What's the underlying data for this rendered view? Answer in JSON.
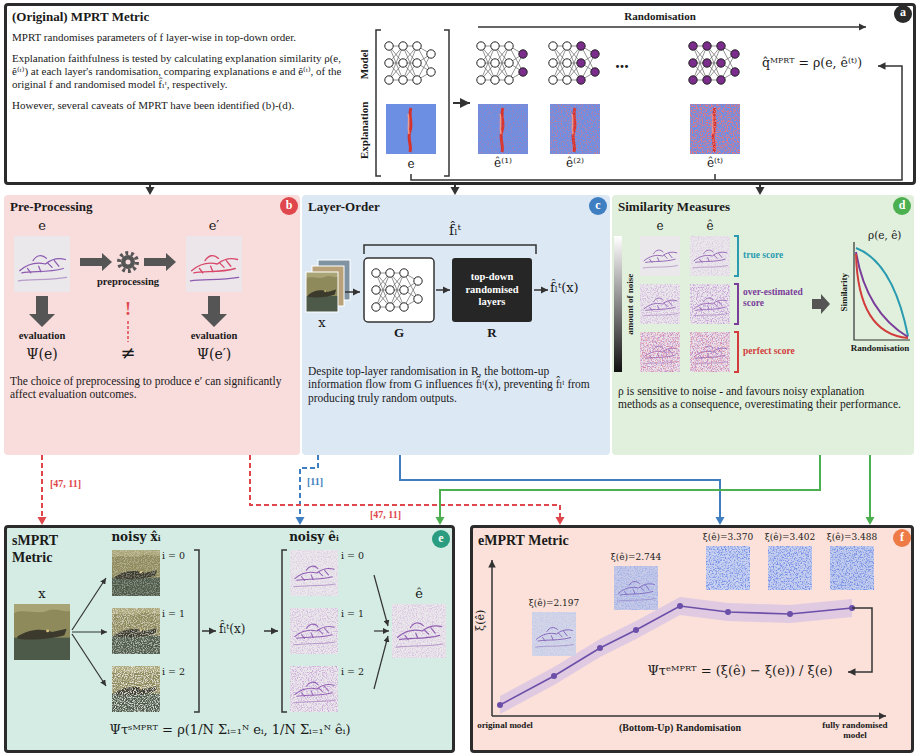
{
  "diagram": {
    "nodes": [
      {
        "text": [
          "(Original) MPRT Metric",
          "MPRT randomises parameters of f layer-wise in top-down order.",
          "Explanation faithfulness is tested by calculating explanation similarity ρ(e, ê⁽ᵗ⁾) at each layer's randomisation, comparing explanations e and ê⁽ᵗ⁾, of the original f and randomised model f̂ₗᵗ, respectively.",
          "However, several caveats of MPRT have been identified (b)-(d)."
        ]
      },
      {
        "text": [
          "Pre-Processing",
          "The choice of preprocessing to produce e′ can significantly affect evaluation outcomes."
        ]
      },
      {
        "text": [
          "Layer-Order",
          "Despite top-layer randomisation in R, the bottom-up information flow from G influences f̂ₗᵗ(x), preventing f̂ₗᵗ from producing truly random outputs."
        ]
      },
      {
        "text": [
          "top-down randomised layers"
        ],
        "in": 2
      },
      {
        "text": [
          "Similarity Measures",
          "ρ is sensitive to noise - and favours noisy explanation methods as a consequence, overestimating their performance."
        ]
      },
      {
        "text": [
          "sMPRT Metric"
        ]
      },
      {
        "text": [
          "eMPRT Metric"
        ]
      }
    ],
    "edges": [
      {
        "from": 0,
        "to": 1,
        "arrow": "to"
      },
      {
        "from": 0,
        "to": 2,
        "arrow": "to"
      },
      {
        "from": 0,
        "to": 4,
        "arrow": "to"
      },
      {
        "from": 1,
        "to": 5,
        "label": "[47, 11]",
        "arrow": "to"
      },
      {
        "from": 2,
        "to": 5,
        "label": "[11]",
        "arrow": "to"
      },
      {
        "from": 1,
        "to": 6,
        "label": "[47, 11]",
        "arrow": "to"
      },
      {
        "from": 2,
        "to": 6,
        "arrow": "to"
      },
      {
        "from": 4,
        "to": 5,
        "arrow": "to"
      },
      {
        "from": 4,
        "to": 6,
        "arrow": "to"
      }
    ],
    "labels": [
      "a",
      "Model",
      "Explanation",
      "Randomisation",
      "e",
      "ê⁽¹⁾",
      "ê⁽²⁾",
      "...",
      "ê⁽ᵗ⁾",
      "q̂ᴹᴾᴿᵀ = ρ(e, ê⁽ᵗ⁾)",
      "b",
      "e",
      "e′",
      "preprocessing",
      "evaluation",
      "evaluation",
      "Ψ(e)",
      "!",
      "≠",
      "Ψ(e′)",
      "c",
      "f̂ₗᵗ",
      "x",
      "G",
      "R",
      "f̂ₗᵗ(x)",
      "d",
      "e",
      "ê",
      "amount of noise",
      "true score",
      "over-estimated score",
      "perfect score",
      "ρ(e, ê)",
      "Similarity",
      "Randomisation",
      "e",
      "x",
      "noisy x̂ᵢ",
      "i = 0",
      "i = 1",
      "i = 2",
      "f̂ₗᵗ(x)",
      "noisy êᵢ",
      "i = 0",
      "i = 1",
      "i = 2",
      "ê",
      "Ψτˢᴹᴾᴿᵀ = ρ(1/N Σᵢ₌₁ᴺ eᵢ, 1/N Σᵢ₌₁ᴺ êᵢ)",
      "f",
      "ξ(ê)",
      "ξ(ê)=2.197",
      "ξ(ê)=2.744",
      "ξ(ê)=3.370",
      "ξ(ê)=3.402",
      "ξ(ê)=3.488",
      "original model",
      "(Bottom-Up) Randomisation",
      "fully randomised model",
      "Ψτᵉᴹᴾᴿᵀ = (ξ(ê) − ξ(e)) / ξ(e)"
    ]
  }
}
